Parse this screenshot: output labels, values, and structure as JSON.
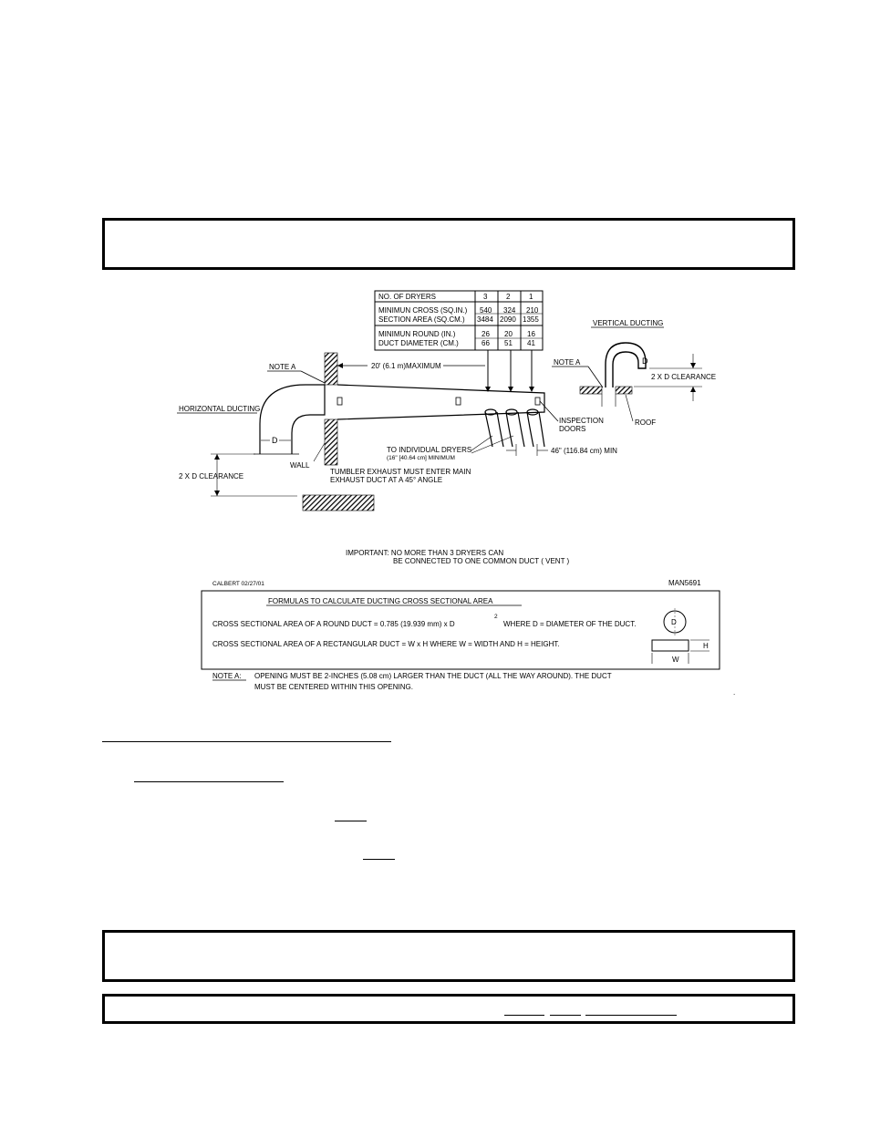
{
  "drawing": {
    "table": {
      "header": "NO. OF DRYERS",
      "cols": [
        "3",
        "2",
        "1"
      ],
      "rows": [
        {
          "label1": "MINIMUN CROSS (SQ.IN.)",
          "label2": "SECTION AREA (SQ.CM.)",
          "v1": [
            "540",
            "324",
            "210"
          ],
          "v2": [
            "3484",
            "2090",
            "1355"
          ]
        },
        {
          "label1": "MINIMUN ROUND (IN.)",
          "label2": "DUCT DIAMETER (CM.)",
          "v1": [
            "26",
            "20",
            "16"
          ],
          "v2": [
            "66",
            "51",
            "41"
          ]
        }
      ]
    },
    "vertical_ducting": "VERTICAL DUCTING",
    "horizontal_ducting": "HORIZONTAL DUCTING",
    "note_a_left": "NOTE A",
    "note_a_right": "NOTE A",
    "max_length": "20' (6.1 m)MAXIMUM",
    "clearance_right": "2 X D CLEARANCE",
    "clearance_left": "2 X D CLEARANCE",
    "d_label": "D",
    "d_label_vertical": "D",
    "inspection_1": "INSPECTION",
    "inspection_2": "DOORS",
    "roof": "ROOF",
    "wall": "WALL",
    "to_dryers_1": "TO INDIVIDUAL DRYERS",
    "to_dryers_2": "(16\" [40.64 cm] MINIMUM",
    "min_spacing": "46\" (116.84 cm) MIN",
    "exhaust_1": "TUMBLER EXHAUST MUST ENTER MAIN",
    "exhaust_2": "EXHAUST DUCT AT A 45° ANGLE",
    "important_1": "IMPORTANT: NO MORE THAN 3 DRYERS CAN",
    "important_2": "BE CONNECTED TO ONE COMMON DUCT ( VENT )",
    "signature": "CALBERT 02/27/01",
    "doc_id": "MAN5691",
    "formula_title": "FORMULAS TO CALCULATE DUCTING CROSS SECTIONAL AREA",
    "formula_round": "CROSS SECTIONAL AREA OF A ROUND DUCT = 0.785 (19.939 mm) x D",
    "formula_round_sup": "2",
    "formula_round_tail": "WHERE D = DIAMETER OF THE DUCT.",
    "formula_rect": "CROSS SECTIONAL AREA OF A RECTANGULAR DUCT = W x H  WHERE W = WIDTH AND H = HEIGHT.",
    "circle_label": "D",
    "rect_w": "W",
    "rect_h": "H",
    "note_head": "NOTE A:",
    "note_text_1": "OPENING MUST BE 2-INCHES (5.08 cm) LARGER THAN THE DUCT (ALL THE WAY AROUND). THE DUCT",
    "note_text_2": "MUST BE CENTERED WITHIN THIS OPENING."
  }
}
